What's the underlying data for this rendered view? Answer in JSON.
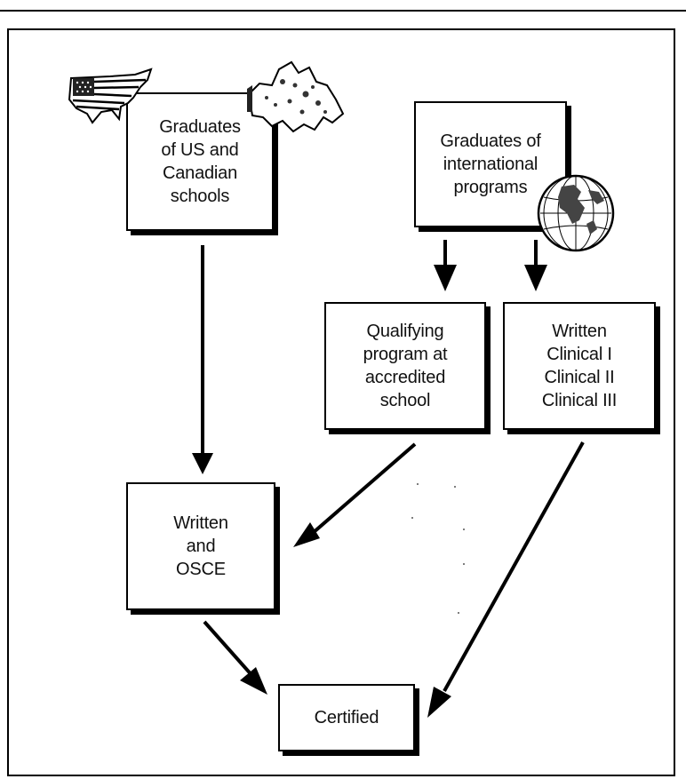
{
  "diagram": {
    "nodes": {
      "us_canada": "Graduates\nof US and\nCanadian\nschools",
      "international": "Graduates of\ninternational\nprograms",
      "qualifying": "Qualifying\nprogram at\naccredited\nschool",
      "clinical": "Written\nClinical I\nClinical II\nClinical III",
      "written_osce": "Written\nand\nOSCE",
      "certified": "Certified"
    },
    "edges": [
      {
        "from": "us_canada",
        "to": "written_osce"
      },
      {
        "from": "international",
        "to": "qualifying"
      },
      {
        "from": "international",
        "to": "clinical"
      },
      {
        "from": "qualifying",
        "to": "written_osce"
      },
      {
        "from": "clinical",
        "to": "certified"
      },
      {
        "from": "written_osce",
        "to": "certified"
      }
    ],
    "icons": [
      "us-flag-map-icon",
      "canada-map-icon",
      "globe-icon"
    ]
  }
}
